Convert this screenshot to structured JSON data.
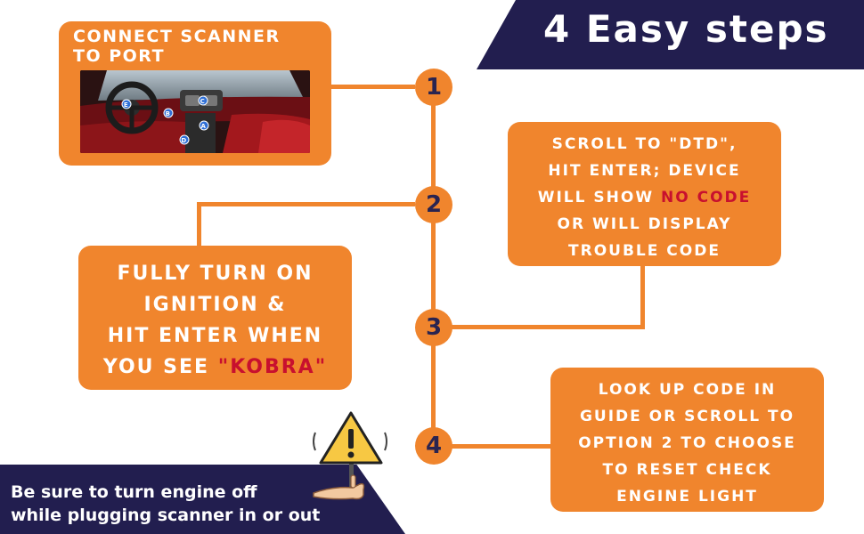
{
  "banner": {
    "title": "4 Easy steps"
  },
  "steps": [
    {
      "number": "1",
      "lines": [
        "CONNECT SCANNER",
        "TO PORT"
      ],
      "photo_labels": [
        "E",
        "B",
        "C",
        "A",
        "D"
      ]
    },
    {
      "number": "2",
      "lines": [
        "FULLY TURN ON",
        "IGNITION &",
        "HIT ENTER WHEN"
      ],
      "line4_prefix": "YOU SEE ",
      "line4_highlight": "\"KOBRA\""
    },
    {
      "number": "3",
      "lines": [
        "SCROLL TO \"DTD\",",
        "HIT ENTER; DEVICE"
      ],
      "line3_prefix": "WILL SHOW ",
      "line3_highlight": "NO CODE",
      "lines_after": [
        "OR WILL DISPLAY",
        "TROUBLE CODE"
      ]
    },
    {
      "number": "4",
      "lines": [
        "LOOK UP CODE IN",
        "GUIDE OR SCROLL TO",
        "OPTION 2 TO CHOOSE",
        "TO RESET CHECK",
        "ENGINE LIGHT"
      ]
    }
  ],
  "warning": {
    "line1": "Be sure to turn engine off",
    "line2": "while plugging scanner in or out"
  },
  "colors": {
    "orange": "#f0852d",
    "navy": "#221e4f",
    "highlight": "#c8102e",
    "number": "#2a2450"
  }
}
